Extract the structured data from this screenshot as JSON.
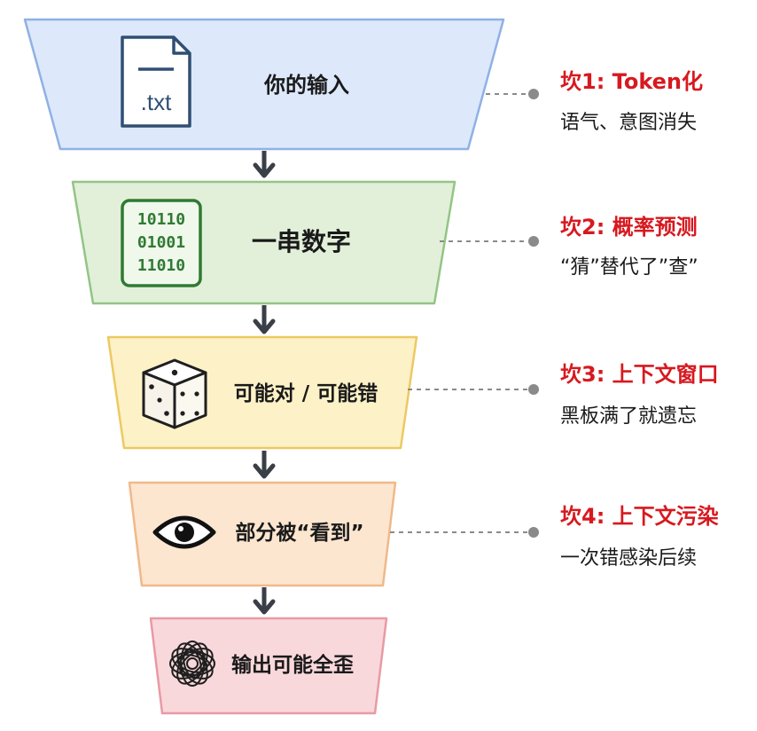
{
  "stages": [
    {
      "label": "你的输入",
      "icon": "text-file-icon",
      "icon_text": ".txt",
      "fill": "#dde8fb",
      "stroke": "#8fb1e4"
    },
    {
      "label": "一串数字",
      "icon": "binary-chip-icon",
      "icon_lines": [
        "10110",
        "01001",
        "11010"
      ],
      "fill": "#e2f0da",
      "stroke": "#93c585"
    },
    {
      "label": "可能对 / 可能错",
      "icon": "dice-icon",
      "fill": "#fdf1c7",
      "stroke": "#ecc962"
    },
    {
      "label": "部分被“看到”",
      "icon": "eye-icon",
      "fill": "#fde6cf",
      "stroke": "#efb98a"
    },
    {
      "label": "输出可能全歪",
      "icon": "tangled-knot-icon",
      "fill": "#f9d8dc",
      "stroke": "#e89aa4"
    }
  ],
  "pits": [
    {
      "title": "坎1: Token化",
      "desc": "语气、意图消失"
    },
    {
      "title": "坎2: 概率预测",
      "desc": "“猜”替代了”查”"
    },
    {
      "title": "坎3: 上下文窗口",
      "desc": "黑板满了就遗忘"
    },
    {
      "title": "坎4: 上下文污染",
      "desc": "一次错感染后续"
    }
  ],
  "colors": {
    "arrow": "#3a3f47",
    "connector": "#8a8a8a",
    "pit_title": "#d7191f",
    "icon": "#2f4f73",
    "chip": "#2f7a33"
  }
}
